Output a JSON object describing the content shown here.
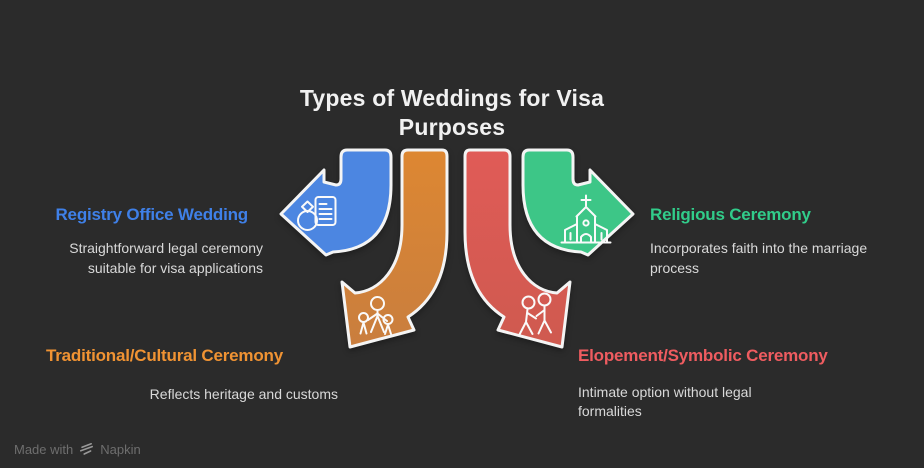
{
  "title": "Types of Weddings for Visa Purposes",
  "colors": {
    "background": "#2b2b2b",
    "title_text": "#f1f1f1",
    "description_text": "#d9d9d9",
    "arrow_outline": "#f4f4f4"
  },
  "sections": [
    {
      "id": "registry-office-wedding",
      "label": "Registry Office Wedding",
      "description": "Straightforward legal ceremony suitable for visa applications",
      "description_lines": [
        "Straightforward legal ceremony",
        "suitable for visa applications"
      ],
      "heading_color": "#3f80e8",
      "arrow_color": "#4c86e1",
      "arrow_direction": "left",
      "icon": "ring-and-document-icon"
    },
    {
      "id": "traditional-cultural-ceremony",
      "label": "Traditional/Cultural Ceremony",
      "description": "Reflects heritage and customs",
      "description_lines": [
        "Reflects heritage and customs"
      ],
      "heading_color": "#f09333",
      "arrow_color": "#dd8732",
      "arrow_color_dark": "#c97e3e",
      "arrow_direction": "down-left",
      "icon": "family-icon"
    },
    {
      "id": "elopement-symbolic-ceremony",
      "label": "Elopement/Symbolic Ceremony",
      "description": "Intimate option without legal formalities",
      "description_lines": [
        "Intimate option without legal",
        "formalities"
      ],
      "heading_color": "#ef5c60",
      "arrow_color": "#e05b57",
      "arrow_color_dark": "#cf5a4f",
      "arrow_direction": "down-right",
      "icon": "eloping-couple-icon"
    },
    {
      "id": "religious-ceremony",
      "label": "Religious Ceremony",
      "description": "Incorporates faith into the marriage process",
      "description_lines": [
        "Incorporates faith into the marriage",
        "process"
      ],
      "heading_color": "#31cc8a",
      "arrow_color": "#3dc687",
      "arrow_direction": "right",
      "icon": "church-icon"
    }
  ],
  "footer": {
    "made_with": "Made with",
    "brand": "Napkin",
    "logo_icon": "napkin-logo-icon"
  }
}
